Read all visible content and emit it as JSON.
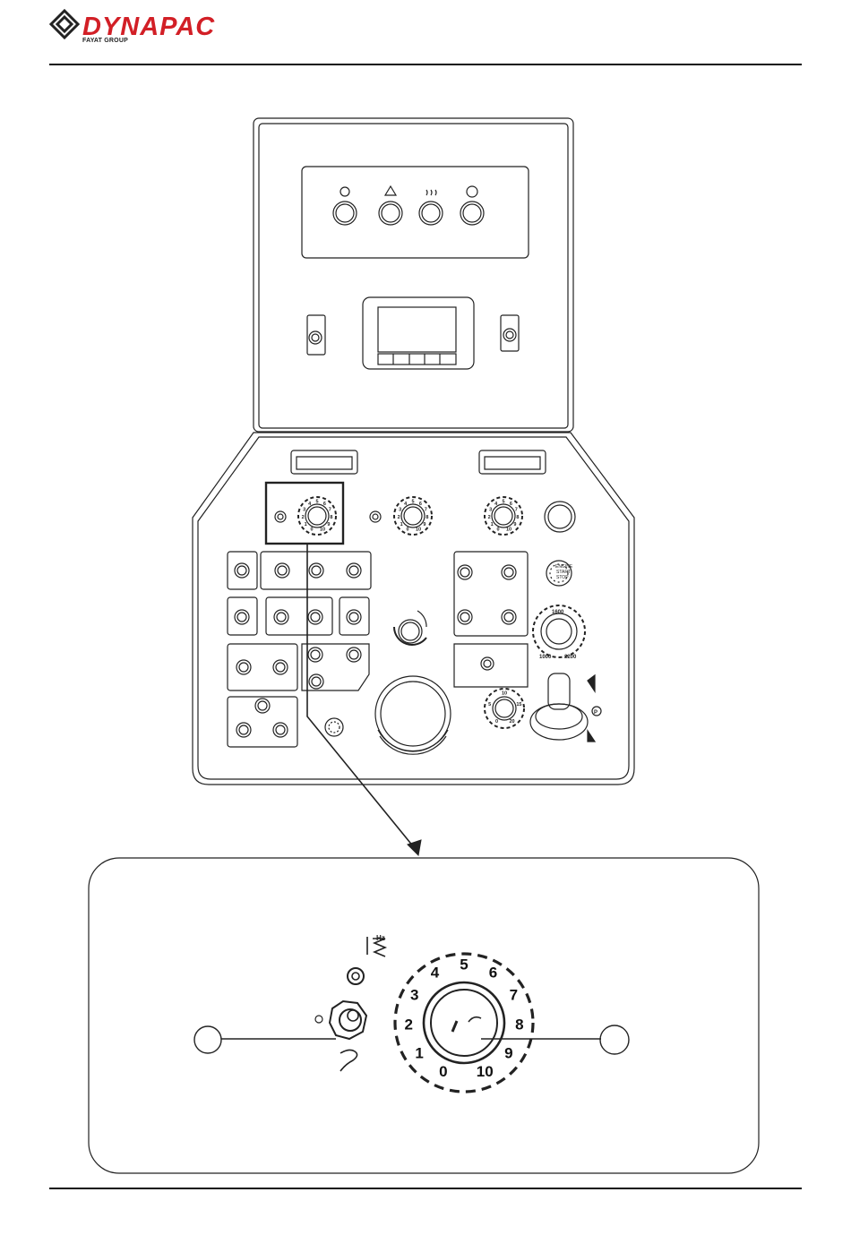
{
  "header": {
    "brand": "DYNAPAC",
    "brand_sub": "FAYAT GROUP",
    "brand_color": "#d21f26"
  },
  "panel": {
    "engine_label_1": "ENGINE",
    "engine_label_2": "START",
    "engine_label_3": "STOP",
    "rpm_top": "1600",
    "rpm_left": "1000",
    "rpm_right": "2200",
    "p_label": "P",
    "small_scale": [
      "0",
      "1",
      "2",
      "3",
      "4",
      "5",
      "6",
      "7",
      "8",
      "9",
      "10"
    ],
    "speed_scale": [
      "0",
      "5",
      "10",
      "15",
      "20"
    ]
  },
  "detail": {
    "hz_label": "Hz",
    "dial_scale": [
      "0",
      "1",
      "2",
      "3",
      "4",
      "5",
      "6",
      "7",
      "8",
      "9",
      "10"
    ]
  }
}
